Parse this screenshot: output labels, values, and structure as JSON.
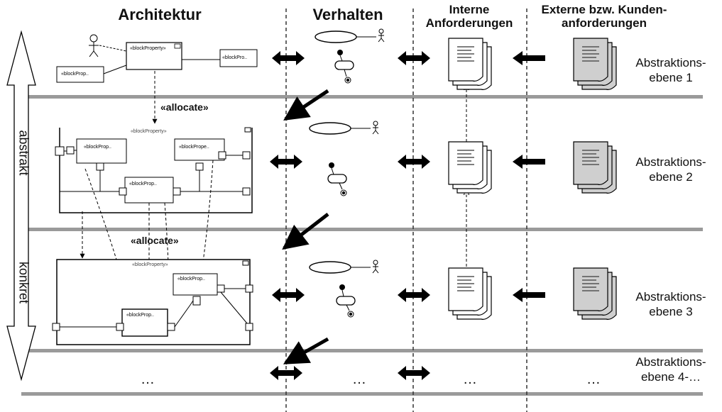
{
  "headers": {
    "architecture": "Architektur",
    "behavior": "Verhalten",
    "internal_line1": "Interne",
    "internal_line2": "Anforderungen",
    "external_line1": "Externe bzw. Kunden-",
    "external_line2": "anforderungen"
  },
  "axis": {
    "top": "abstrakt",
    "bottom": "konkret"
  },
  "levels": [
    {
      "line1": "Abstraktions-",
      "line2": "ebene 1"
    },
    {
      "line1": "Abstraktions-",
      "line2": "ebene 2"
    },
    {
      "line1": "Abstraktions-",
      "line2": "ebene 3"
    },
    {
      "line1": "Abstraktions-",
      "line2": "ebene 4-…"
    }
  ],
  "allocate": [
    "«allocate»",
    "«allocate»"
  ],
  "block_labels": {
    "block_property": "«blockProperty»",
    "block_pro_short": "«blockPro..",
    "block_prop": "«blockProp..",
    "block_prope": "«blockPrope.."
  },
  "ellipsis": "…",
  "colors": {
    "separator": "#9a9a9a",
    "arrow": "#000000",
    "doc_fill": "#ffffff",
    "doc_fill_external": "#cfcfcf"
  }
}
